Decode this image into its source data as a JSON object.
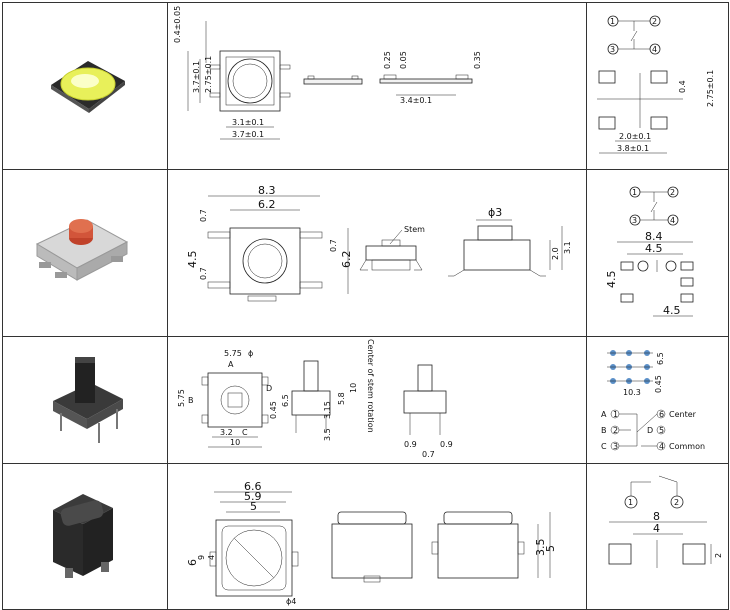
{
  "rows": [
    {
      "photo": "yellow-smd-tact-switch",
      "dims": {
        "d_pad_h": "0.4±0.05",
        "d_side_h": "3.7±0.1",
        "d_inner_h": "2.75±0.1",
        "d_width_inner": "3.1±0.1",
        "d_width_outer": "3.7±0.1",
        "d_thk1": "0.25",
        "d_thk2": "0.05",
        "d_thk3": "0.35",
        "d_len": "3.4±0.1"
      },
      "circuit": {
        "t1": "1",
        "t2": "2",
        "t3": "3",
        "t4": "4"
      },
      "footprint": {
        "f_v": "0.4",
        "f_h": "2.75±0.1",
        "f_w1": "2.0±0.1",
        "f_w2": "3.8±0.1"
      }
    },
    {
      "photo": "red-button-smd-tact-switch",
      "dims": {
        "d_83": "8.3",
        "d_62": "6.2",
        "d_07a": "0.7",
        "d_45": "4.5",
        "d_07b": "0.7",
        "d_07c": "0.7",
        "d_62v": "6.2",
        "stem": "Stem",
        "d_phi3": "ϕ3",
        "d_20": "2.0",
        "d_31": "3.1"
      },
      "circuit": {
        "t1": "1",
        "t2": "2",
        "t3": "3",
        "t4": "4"
      },
      "footprint": {
        "f_84": "8.4",
        "f_45": "4.5",
        "f_45v": "4.5",
        "f_45b": "4.5"
      }
    },
    {
      "photo": "black-stem-through-hole-switch",
      "dims": {
        "d_575": "5.75",
        "d_phi": "ϕ",
        "d_A": "A",
        "d_B": "B",
        "d_D": "D",
        "d_C": "C",
        "d_575v": "5.75",
        "d_65": "6.5",
        "d_045": "0.45",
        "d_32": "3.2",
        "d_10": "10",
        "d_10v": "10",
        "d_58": "5.8",
        "d_315": "3.15",
        "d_35": "3.5",
        "center_note": "Center of stem rotation",
        "d_09a": "0.9",
        "d_09b": "0.9",
        "d_07": "0.7"
      },
      "circuit": {
        "pa": "A",
        "pb": "B",
        "pc": "C",
        "pd": "D",
        "n1": "1",
        "n2": "2",
        "n3": "3",
        "n4": "4",
        "n5": "5",
        "n6": "6",
        "center": "Center",
        "common": "Common"
      },
      "footprint": {
        "f_103": "10.3",
        "f_045": "0.45",
        "f_65": "6.5"
      }
    },
    {
      "photo": "black-square-smd-switch",
      "dims": {
        "d_66": "6.6",
        "d_59": "5.9",
        "d_5": "5",
        "d_6": "6",
        "d_9": "9",
        "d_4": "4",
        "d_phi4": "ϕ4",
        "d_35": "3.5",
        "d_5v": "5"
      },
      "circuit": {
        "t1": "1",
        "t2": "2"
      },
      "footprint": {
        "f_8": "8",
        "f_4": "4",
        "f_2": "2"
      }
    }
  ]
}
